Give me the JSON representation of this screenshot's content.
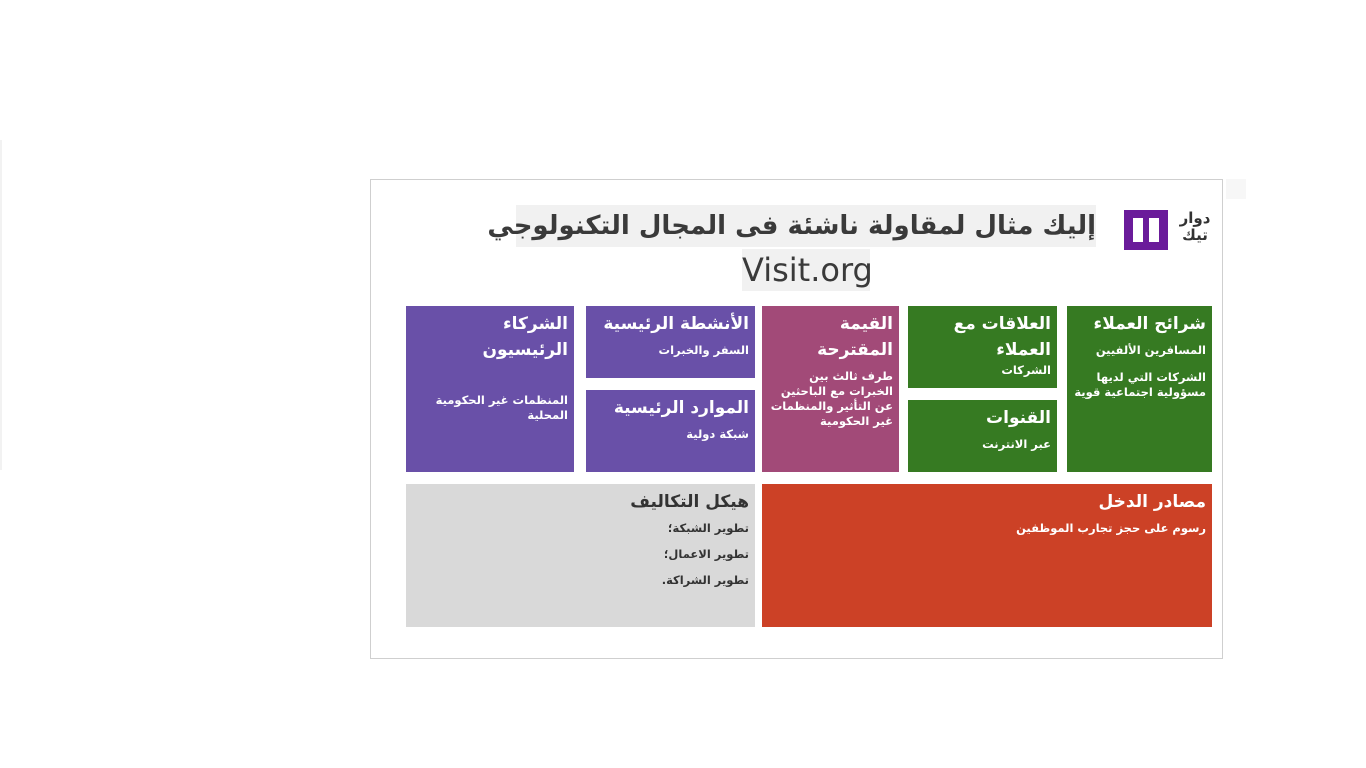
{
  "page": {
    "headline": "إليك مثال لمقاولة ناشئة فى المجال التكنولوجي",
    "subhead": "Visit.org"
  },
  "logo": {
    "line1": "دوار",
    "line2": "تيك",
    "color": "#6a1b9a"
  },
  "canvas": {
    "key_partners": {
      "title": "الشركاء الرئيسيون",
      "items": [
        "المنظمات غير الحكومية المحلية"
      ]
    },
    "key_activities": {
      "title": "الأنشطة الرئيسية",
      "items": [
        "السفر والخبرات"
      ]
    },
    "key_resources": {
      "title": "الموارد الرئيسية",
      "items": [
        "شبكة دولية"
      ]
    },
    "value_proposition": {
      "title": "القيمة المقترحة",
      "items": [
        "طرف ثالث بين الخبرات مع الباحثين عن التأثير والمنظمات غير الحكومية"
      ]
    },
    "customer_relationships": {
      "title": "العلاقات مع العملاء",
      "items": [
        "الشركات"
      ]
    },
    "channels": {
      "title": "القنوات",
      "items": [
        "عبر الانترنت"
      ]
    },
    "customer_segments": {
      "title": "شرائح العملاء",
      "items": [
        "المسافرين الألفيين",
        "الشركات التي لديها مسؤولية اجتماعية قوية"
      ]
    },
    "cost_structure": {
      "title": "هيكل التكاليف",
      "items": [
        "تطوير الشبكة؛",
        "تطوير الاعمال؛",
        "تطوير الشراكة."
      ]
    },
    "revenue_streams": {
      "title": "مصادر الدخل",
      "items": [
        "رسوم على حجز تجارب الموظفين"
      ]
    }
  },
  "colors": {
    "purple": "#6950a8",
    "magenta": "#a24a78",
    "green": "#367a22",
    "grey": "#d9d9d9",
    "red": "#cc4126"
  }
}
